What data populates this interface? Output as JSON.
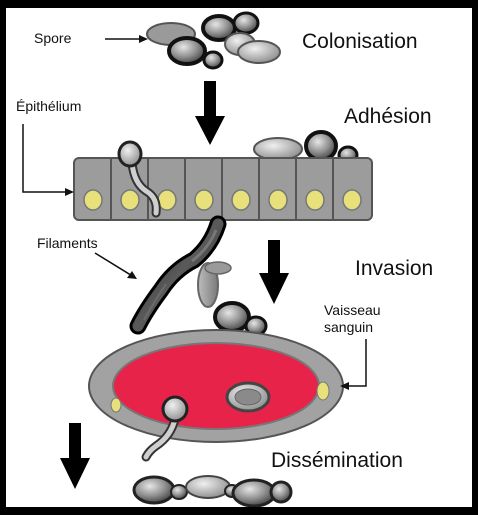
{
  "stages": {
    "colonisation": "Colonisation",
    "adhesion": "Adhésion",
    "invasion": "Invasion",
    "dissemination": "Dissémination"
  },
  "labels": {
    "spore": "Spore",
    "epithelium": "Épithélium",
    "filaments": "Filaments",
    "vessel_line1": "Vaisseau",
    "vessel_line2": "sanguin"
  },
  "colors": {
    "cell": "#9a9a9a",
    "nucleus": "#e8e07a",
    "blood": "#e8234a",
    "spore_fill": "#8a8a8a",
    "spore_outline": "#111111"
  }
}
